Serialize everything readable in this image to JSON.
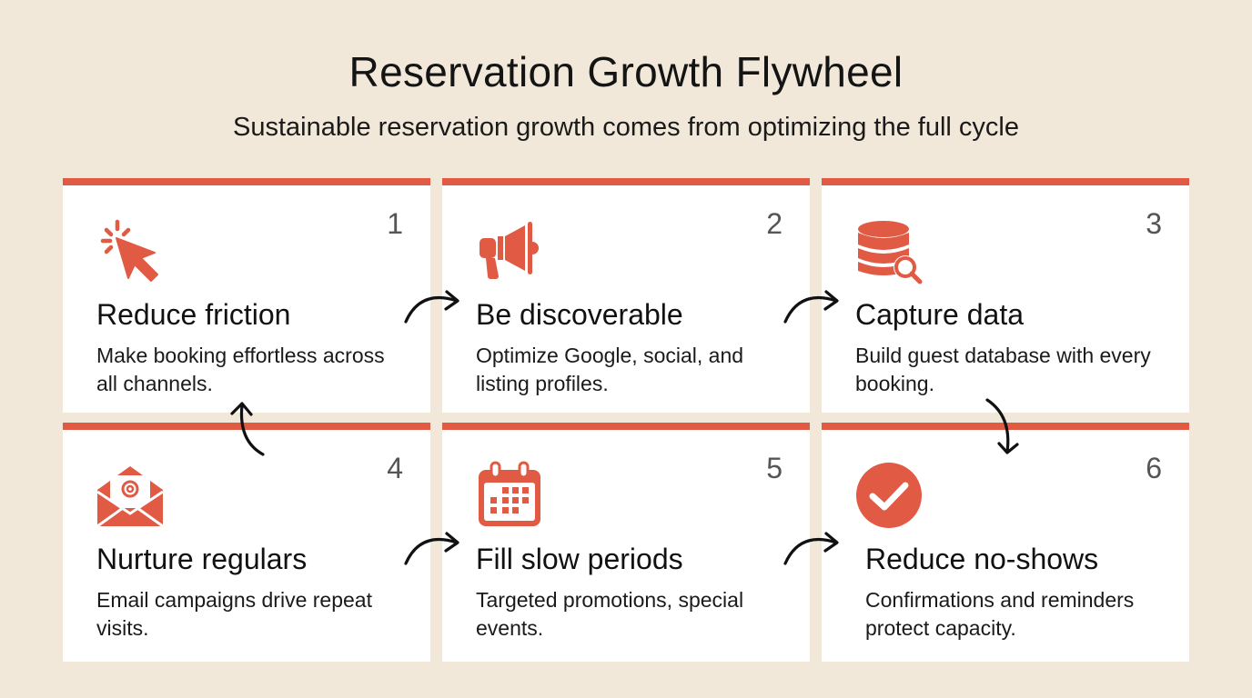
{
  "header": {
    "title": "Reservation Growth Flywheel",
    "subtitle": "Sustainable reservation growth comes from optimizing the full cycle"
  },
  "colors": {
    "background": "#f1e8d9",
    "accent": "#e15a43",
    "card": "#ffffff",
    "number": "#555555",
    "arrow": "#111111"
  },
  "steps": [
    {
      "number": "1",
      "icon": "cursor-click-icon",
      "title": "Reduce friction",
      "description": "Make booking effortless across all channels."
    },
    {
      "number": "2",
      "icon": "megaphone-icon",
      "title": "Be discoverable",
      "description": "Optimize Google, social, and listing profiles."
    },
    {
      "number": "3",
      "icon": "database-search-icon",
      "title": "Capture data",
      "description": "Build guest database with every booking."
    },
    {
      "number": "4",
      "icon": "email-open-icon",
      "title": "Nurture regulars",
      "description": "Email campaigns drive repeat visits."
    },
    {
      "number": "5",
      "icon": "calendar-icon",
      "title": "Fill slow periods",
      "description": "Targeted promotions, special events."
    },
    {
      "number": "6",
      "icon": "check-circle-icon",
      "title": "Reduce no-shows",
      "description": "Confirmations and reminders protect capacity."
    }
  ],
  "flow": [
    {
      "from": "1",
      "to": "2"
    },
    {
      "from": "2",
      "to": "3"
    },
    {
      "from": "3",
      "to": "6"
    },
    {
      "from": "4",
      "to": "5"
    },
    {
      "from": "5",
      "to": "6"
    },
    {
      "from": "4",
      "to": "1"
    }
  ]
}
